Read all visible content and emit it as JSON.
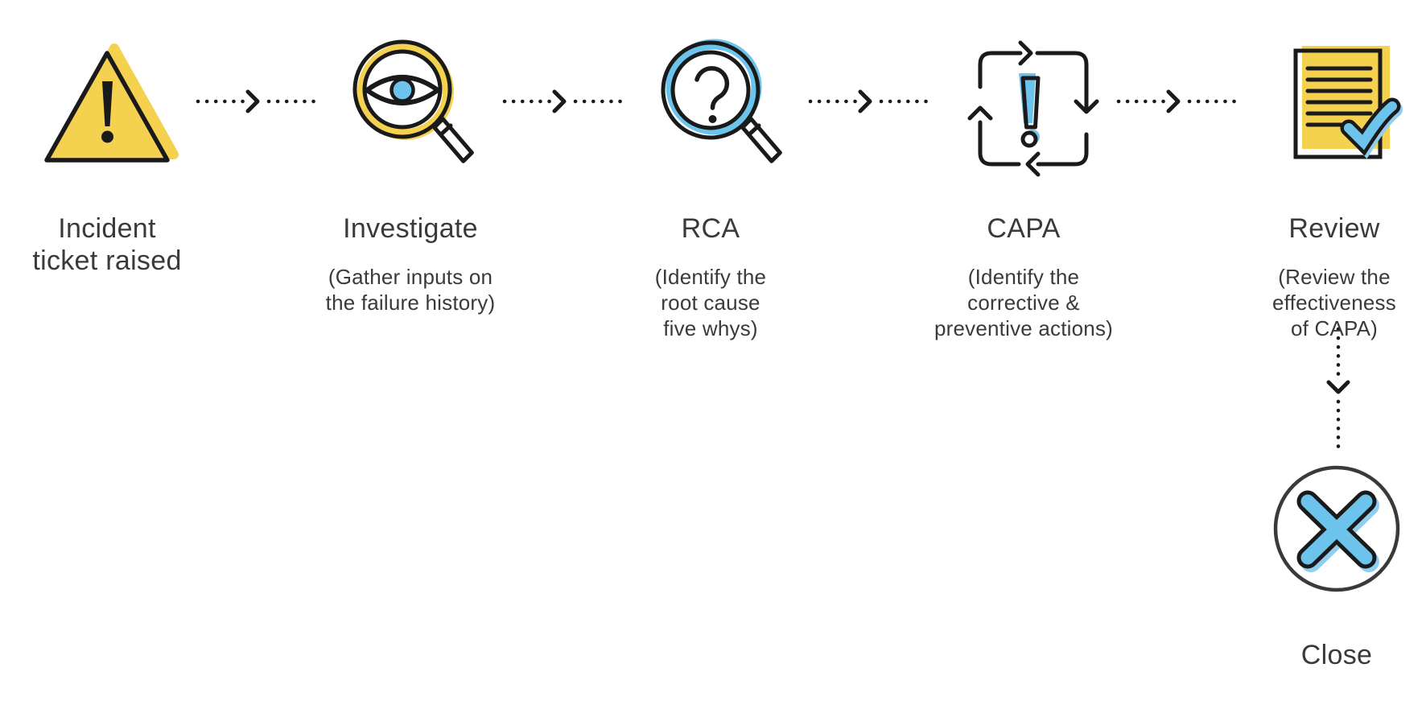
{
  "diagram": {
    "stages": [
      {
        "title": "Incident\nticket raised",
        "subtitle": "",
        "icon": "warning-triangle-icon"
      },
      {
        "title": "Investigate",
        "subtitle": "(Gather inputs on\nthe failure history)",
        "icon": "magnifier-eye-icon"
      },
      {
        "title": "RCA",
        "subtitle": "(Identify the\nroot cause\nfive whys)",
        "icon": "magnifier-question-icon"
      },
      {
        "title": "CAPA",
        "subtitle": "(Identify the\ncorrective &\npreventive actions)",
        "icon": "cycle-exclamation-icon"
      },
      {
        "title": "Review",
        "subtitle": "(Review the\neffectiveness\nof CAPA)",
        "icon": "document-check-icon"
      }
    ],
    "final_stage": {
      "title": "Close",
      "icon": "circle-x-icon"
    },
    "connectors": [
      "dotted-arrow-right",
      "dotted-arrow-right",
      "dotted-arrow-right",
      "dotted-arrow-right",
      "dotted-arrow-down"
    ],
    "colors": {
      "yellow": "#F4D14F",
      "blue": "#6CC3EB",
      "blue_shadow": "#8FCEEF",
      "ink": "#1A1A1A",
      "text": "#3A3A3C"
    }
  }
}
